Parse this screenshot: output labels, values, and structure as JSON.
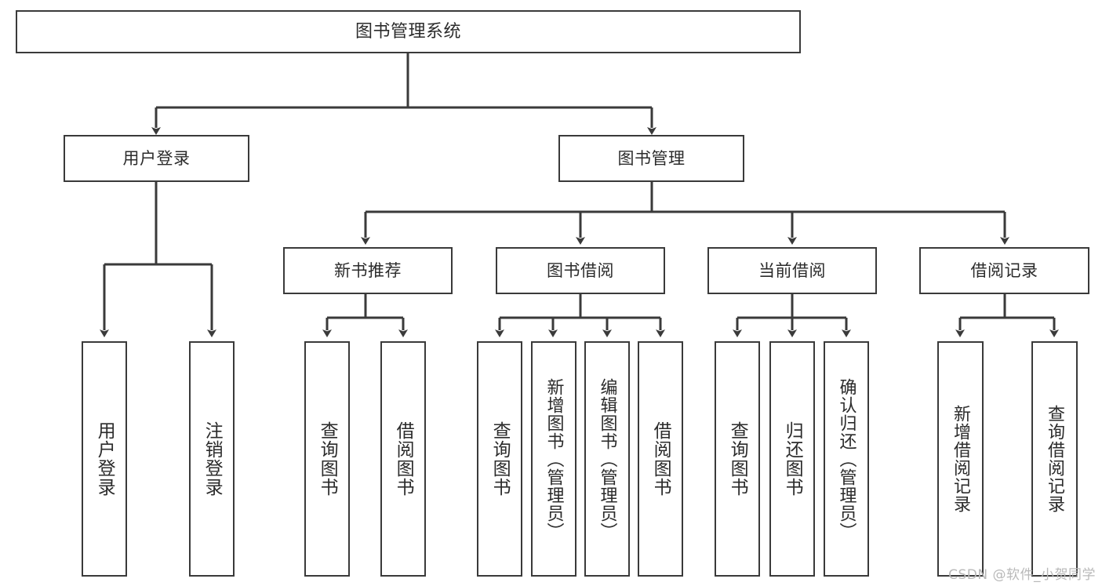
{
  "diagram": {
    "title": "图书管理系统",
    "type": "tree",
    "orientation": "top-down",
    "line_color": "#3a3a3a",
    "text_color": "#2b2b2b",
    "background_color": "#ffffff",
    "watermark": "CSDN @软件_小贺同学"
  },
  "nodes": {
    "root": {
      "label": "图书管理系统"
    },
    "level1": [
      {
        "id": "user-login",
        "label": "用户登录"
      },
      {
        "id": "book-manage",
        "label": "图书管理"
      }
    ],
    "level2": [
      {
        "id": "new-book-recommend",
        "label": "新书推荐"
      },
      {
        "id": "book-borrow",
        "label": "图书借阅"
      },
      {
        "id": "current-borrow",
        "label": "当前借阅"
      },
      {
        "id": "borrow-record",
        "label": "借阅记录"
      }
    ],
    "leaves": {
      "user_login": [
        {
          "id": "leaf-user-login",
          "label": "用户登录"
        },
        {
          "id": "leaf-logout-login",
          "label": "注销登录"
        }
      ],
      "new_book_recommend": [
        {
          "id": "leaf-query-book-1",
          "label": "查询图书"
        },
        {
          "id": "leaf-borrow-book-1",
          "label": "借阅图书"
        }
      ],
      "book_borrow": [
        {
          "id": "leaf-query-book-2",
          "label": "查询图书"
        },
        {
          "id": "leaf-add-book",
          "label": "新增图书（管理员）"
        },
        {
          "id": "leaf-edit-book",
          "label": "编辑图书（管理员）"
        },
        {
          "id": "leaf-borrow-book-2",
          "label": "借阅图书"
        }
      ],
      "current_borrow": [
        {
          "id": "leaf-query-book-3",
          "label": "查询图书"
        },
        {
          "id": "leaf-return-book",
          "label": "归还图书"
        },
        {
          "id": "leaf-confirm-return",
          "label": "确认归还（管理员）"
        }
      ],
      "borrow_record": [
        {
          "id": "leaf-add-borrow-record",
          "label": "新增借阅记录"
        },
        {
          "id": "leaf-query-borrow-record",
          "label": "查询借阅记录"
        }
      ]
    }
  }
}
